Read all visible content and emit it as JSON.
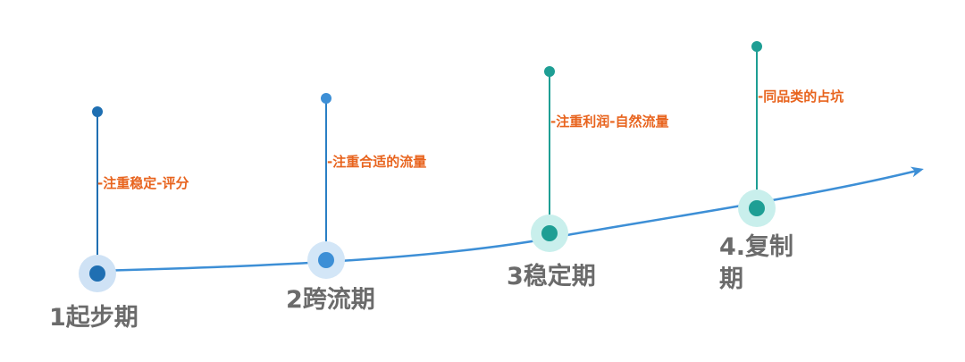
{
  "stages": [
    {
      "title": "1起步期",
      "note": "-注重稳定-评分",
      "color": "#1f6fb2"
    },
    {
      "title": "2跨流期",
      "note": "-注重合适的流量",
      "color": "#3d8fd6"
    },
    {
      "title": "3稳定期",
      "note": "-注重利润-自然流量",
      "color": "#1e9e94"
    },
    {
      "title": "4.复制",
      "title_line2": "期",
      "note": "-同品类的占坑",
      "color": "#1e9e94"
    }
  ],
  "colors": {
    "curve": "#3d8fd6",
    "title_text": "#6b6b6b",
    "note_text": "#e8641e"
  }
}
